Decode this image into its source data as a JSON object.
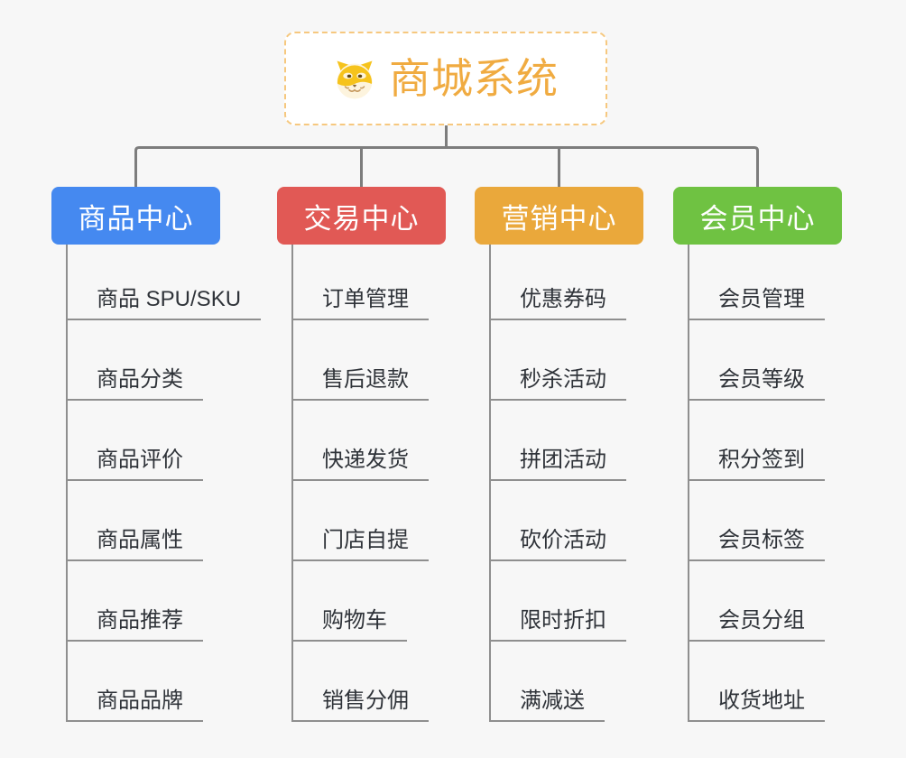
{
  "root": {
    "title": "商城系统",
    "title_color": "#f0ab41",
    "icon": "dog-icon"
  },
  "branches": [
    {
      "label": "商品中心",
      "color": "#4589f0",
      "items": [
        "商品 SPU/SKU",
        "商品分类",
        "商品评价",
        "商品属性",
        "商品推荐",
        "商品品牌"
      ]
    },
    {
      "label": "交易中心",
      "color": "#e15955",
      "items": [
        "订单管理",
        "售后退款",
        "快递发货",
        "门店自提",
        "购物车",
        "销售分佣"
      ]
    },
    {
      "label": "营销中心",
      "color": "#eaa83b",
      "items": [
        "优惠券码",
        "秒杀活动",
        "拼团活动",
        "砍价活动",
        "限时折扣",
        "满减送"
      ]
    },
    {
      "label": "会员中心",
      "color": "#6fc242",
      "items": [
        "会员管理",
        "会员等级",
        "积分签到",
        "会员标签",
        "会员分组",
        "收货地址"
      ]
    }
  ],
  "line_colors": {
    "connector": "#7d7d7d",
    "underline": "#8f8f8f",
    "root_border": "#f6c87f"
  }
}
